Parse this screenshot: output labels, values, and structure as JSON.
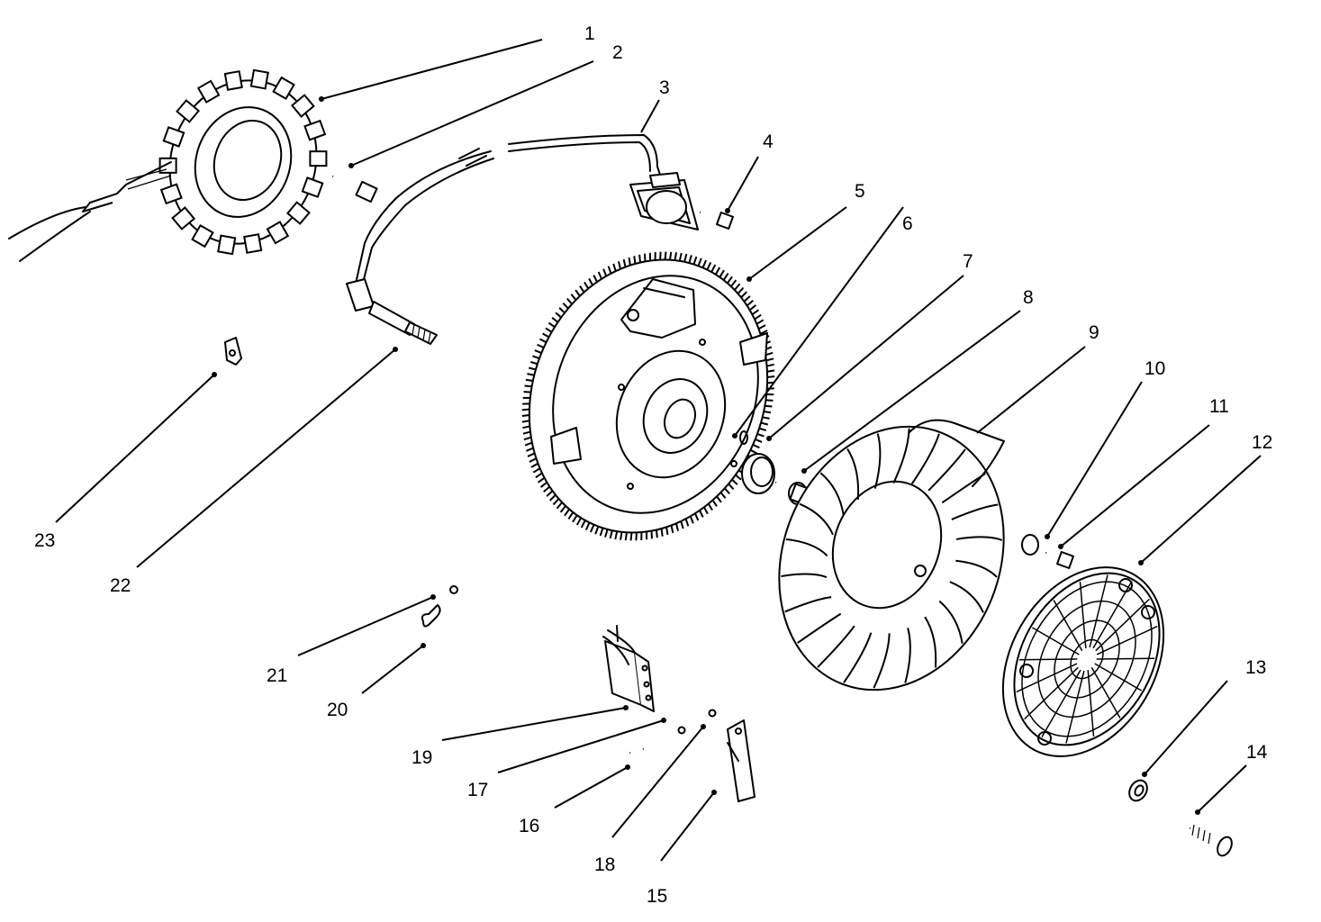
{
  "callouts": [
    {
      "id": "1",
      "label": "1"
    },
    {
      "id": "2",
      "label": "2"
    },
    {
      "id": "3",
      "label": "3"
    },
    {
      "id": "4",
      "label": "4"
    },
    {
      "id": "5",
      "label": "5"
    },
    {
      "id": "6",
      "label": "6"
    },
    {
      "id": "7",
      "label": "7"
    },
    {
      "id": "8",
      "label": "8"
    },
    {
      "id": "9",
      "label": "9"
    },
    {
      "id": "10",
      "label": "10"
    },
    {
      "id": "11",
      "label": "11"
    },
    {
      "id": "12",
      "label": "12"
    },
    {
      "id": "13",
      "label": "13"
    },
    {
      "id": "14",
      "label": "14"
    },
    {
      "id": "15",
      "label": "15"
    },
    {
      "id": "16",
      "label": "16"
    },
    {
      "id": "17",
      "label": "17"
    },
    {
      "id": "18",
      "label": "18"
    },
    {
      "id": "19",
      "label": "19"
    },
    {
      "id": "20",
      "label": "20"
    },
    {
      "id": "21",
      "label": "21"
    },
    {
      "id": "22",
      "label": "22"
    },
    {
      "id": "23",
      "label": "23"
    }
  ],
  "colors": {
    "ink": "#000000",
    "paper": "#ffffff"
  }
}
